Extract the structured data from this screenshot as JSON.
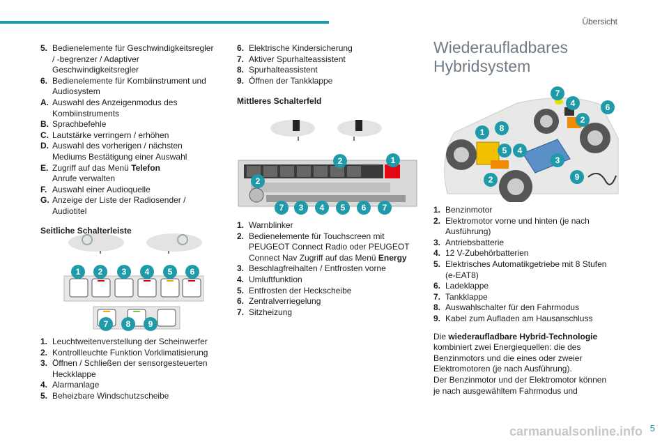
{
  "header": {
    "section": "Übersicht"
  },
  "col1_list_top": [
    {
      "n": "5.",
      "t": "Bedienelemente für Geschwindigkeitsregler / -begrenzer / Adaptiver Geschwindigkeitsregler"
    },
    {
      "n": "6.",
      "t": "Bedienelemente für Kombiinstrument und Audiosystem"
    },
    {
      "n": "A.",
      "t": "Auswahl des Anzeigenmodus des Kombiinstruments"
    },
    {
      "n": "B.",
      "t": "Sprachbefehle"
    },
    {
      "n": "C.",
      "t": "Lautstärke verringern / erhöhen"
    },
    {
      "n": "D.",
      "t": "Auswahl des vorherigen / nächsten Mediums Bestätigung einer Auswahl"
    },
    {
      "n": "E.",
      "t": "Zugriff auf das Menü ",
      "b": "Telefon",
      "t2": "Anrufe verwalten"
    },
    {
      "n": "F.",
      "t": "Auswahl einer Audioquelle"
    },
    {
      "n": "G.",
      "t": "Anzeige der Liste der Radiosender / Audiotitel"
    }
  ],
  "col1_subhead": "Seitliche Schalterleiste",
  "col1_badges_top": [
    "1",
    "2",
    "3",
    "4",
    "5",
    "6"
  ],
  "col1_badges_bottom": [
    "7",
    "8",
    "9"
  ],
  "col1_list_bottom": [
    {
      "n": "1.",
      "t": "Leuchtweitenverstellung der Scheinwerfer"
    },
    {
      "n": "2.",
      "t": "Kontrollleuchte Funktion Vorklimatisierung"
    },
    {
      "n": "3.",
      "t": "Öffnen / Schließen der sensorgesteuerten Heckklappe"
    },
    {
      "n": "4.",
      "t": "Alarmanlage"
    },
    {
      "n": "5.",
      "t": "Beheizbare Windschutzscheibe"
    }
  ],
  "col2_list_top": [
    {
      "n": "6.",
      "t": "Elektrische Kindersicherung"
    },
    {
      "n": "7.",
      "t": "Aktiver Spurhalteassistent"
    },
    {
      "n": "8.",
      "t": "Spurhalteassistent"
    },
    {
      "n": "9.",
      "t": "Öffnen der Tankklappe"
    }
  ],
  "col2_subhead": "Mittleres Schalterfeld",
  "col2_badges": [
    "2",
    "1",
    "2",
    "7",
    "3",
    "4",
    "5",
    "6",
    "7"
  ],
  "col2_list_bottom": [
    {
      "n": "1.",
      "t": "Warnblinker"
    },
    {
      "n": "2.",
      "t": "Bedienelemente für Touchscreen mit PEUGEOT Connect Radio oder PEUGEOT Connect Nav Zugriff auf das Menü ",
      "b": "Energy"
    },
    {
      "n": "3.",
      "t": "Beschlagfreihalten / Entfrosten vorne"
    },
    {
      "n": "4.",
      "t": "Umluftfunktion"
    },
    {
      "n": "5.",
      "t": "Entfrosten der Heckscheibe"
    },
    {
      "n": "6.",
      "t": "Zentralverriegelung"
    },
    {
      "n": "7.",
      "t": "Sitzheizung"
    }
  ],
  "col3_title": "Wiederaufladbares Hybridsystem",
  "col3_badges": [
    "7",
    "4",
    "2",
    "6",
    "1",
    "8",
    "5",
    "4",
    "3",
    "2",
    "9"
  ],
  "col3_list": [
    {
      "n": "1.",
      "t": "Benzinmotor"
    },
    {
      "n": "2.",
      "t": "Elektromotor vorne und hinten (je nach Ausführung)"
    },
    {
      "n": "3.",
      "t": "Antriebsbatterie"
    },
    {
      "n": "4.",
      "t": "12 V-Zubehörbatterien"
    },
    {
      "n": "5.",
      "t": "Elektrisches Automatikgetriebe mit 8 Stufen (e-EAT8)"
    },
    {
      "n": "6.",
      "t": "Ladeklappe"
    },
    {
      "n": "7.",
      "t": "Tankklappe"
    },
    {
      "n": "8.",
      "t": "Auswahlschalter für den Fahrmodus"
    },
    {
      "n": "9.",
      "t": "Kabel zum Aufladen am Hausanschluss"
    }
  ],
  "col3_para": [
    {
      "t": "Die ",
      "b": "wiederaufladbare Hybrid-Technologie",
      "t2": " kombiniert zwei Energiequellen: die des Benzinmotors und die eines oder zweier Elektromotoren (je nach Ausführung)."
    },
    {
      "t": "Der Benzinmotor und der Elektromotor können je nach ausgewähltem Fahrmodus und"
    }
  ],
  "footer": {
    "page": "5",
    "watermark": "carmanualsonline.info"
  },
  "colors": {
    "accent": "#1e9aa8",
    "green": "#7ac943",
    "text": "#1d1d1b"
  }
}
